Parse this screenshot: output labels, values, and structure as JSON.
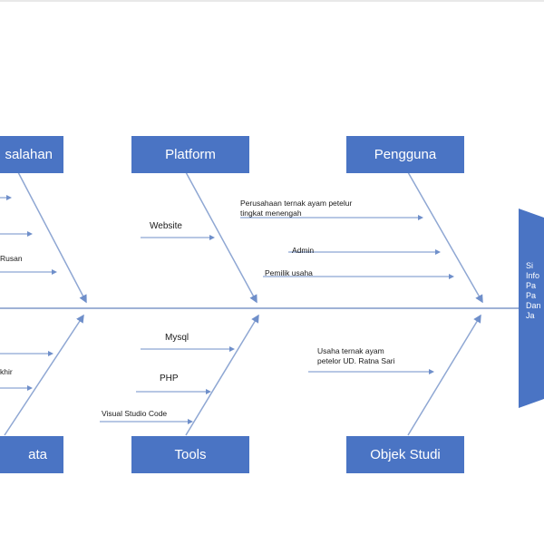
{
  "categories": {
    "masalah": "salahan",
    "platform": "Platform",
    "pengguna": "Pengguna",
    "data": "ata",
    "tools": "Tools",
    "objek_studi": "Objek Studi"
  },
  "labels": {
    "masalah_1": "Rusan",
    "platform_1": "Website",
    "pengguna_1_line1": "Perusahaan ternak ayam petelur",
    "pengguna_1_line2": "tingkat menengah",
    "pengguna_2": "Admin",
    "pengguna_3": "Pemilik usaha",
    "data_1": "khir",
    "tools_1": "Mysql",
    "tools_2": "PHP",
    "tools_3": "Visual Studio Code",
    "objek_1_line1": "Usaha ternak ayam",
    "objek_1_line2": "petelor UD. Ratna Sari"
  },
  "head": {
    "lines": [
      "Si",
      "Info",
      "Pa",
      "Pa",
      "Dan",
      "Ja"
    ]
  },
  "colors": {
    "box_fill": "#4a74c4",
    "spine": "#9fb2d6",
    "bone": "#8fa7d3",
    "arrow": "#6f8fca"
  }
}
